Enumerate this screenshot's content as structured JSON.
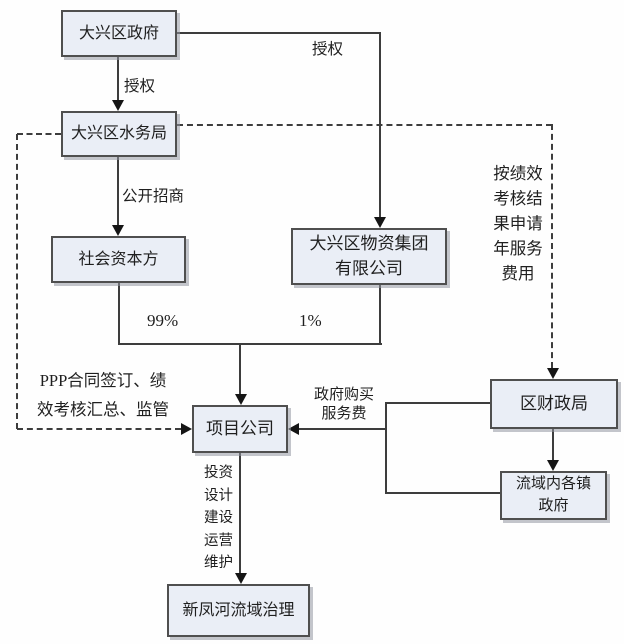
{
  "diagram": {
    "type": "flowchart",
    "colors": {
      "node_fill": "#eaeef6",
      "node_border": "#4f4f4f",
      "line": "#3d3d3d",
      "text": "#1f1f1f",
      "background": "#fefefe"
    },
    "nodes": {
      "daxing_gov": "大兴区政府",
      "water_bureau": "大兴区水务局",
      "social_capital": "社会资本方",
      "materials_group": [
        "大兴区物资集团",
        "有限公司"
      ],
      "project_company": "项目公司",
      "finance_bureau": "区财政局",
      "town_governments": [
        "流域内各镇",
        "政府"
      ],
      "river_treatment": "新凤河流域治理"
    },
    "edge_labels": {
      "authorize_left": "授权",
      "authorize_right": "授权",
      "public_tender": "公开招商",
      "share_99": "99%",
      "share_1": "1%",
      "ppp_supervision": [
        "PPP合同签订、绩",
        "效考核汇总、监管"
      ],
      "perf_fee_note": [
        "按绩效",
        "考核结",
        "果申请",
        "年服务",
        "费用"
      ],
      "gov_purchase": [
        "政府购买",
        "服务费"
      ],
      "project_duties": [
        "投资",
        "设计",
        "建设",
        "运营",
        "维护"
      ]
    }
  }
}
